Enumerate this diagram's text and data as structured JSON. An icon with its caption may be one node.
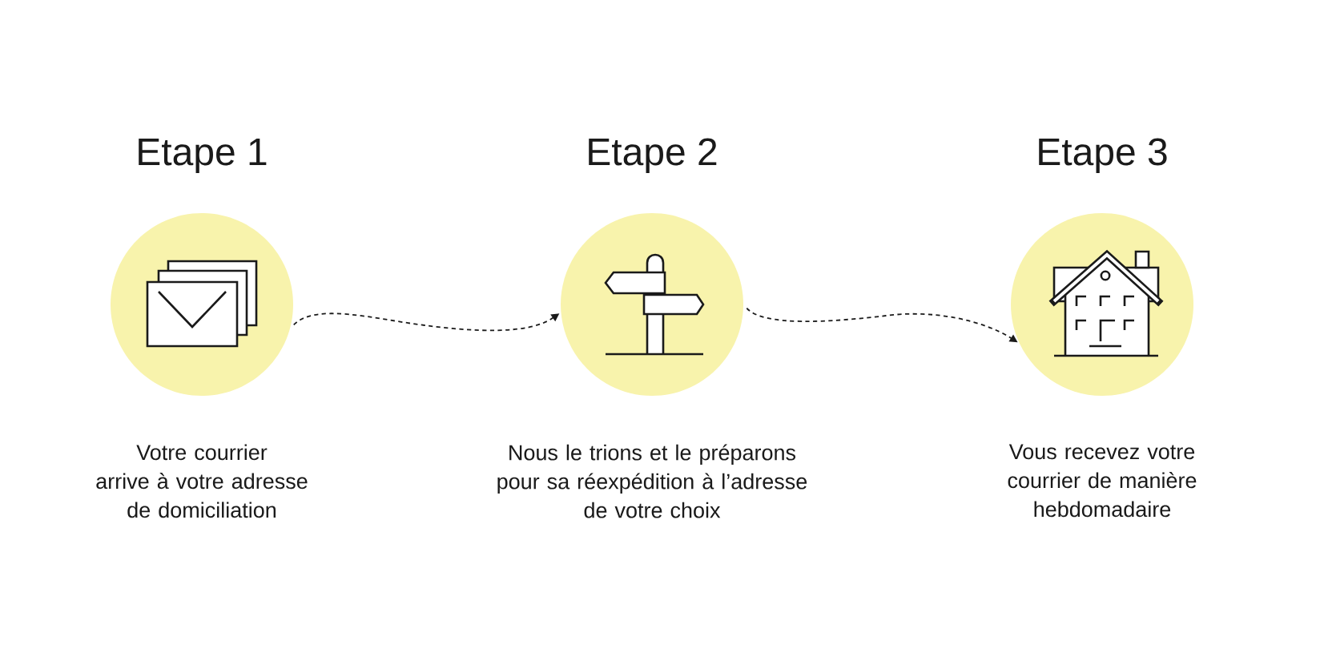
{
  "diagram": {
    "nodes": [
      {
        "text": [
          "Etape 1"
        ],
        "beside": [
          "Votre courrier arrive à votre adresse de domiciliation"
        ]
      },
      {
        "text": [
          "Etape 2"
        ],
        "beside": [
          "Nous le trions et le préparons pour sa réexpédition à l’adresse de votre choix"
        ]
      },
      {
        "text": [
          "Etape 3"
        ],
        "beside": [
          "Vous recevez votre courrier de manière hebdomadaire"
        ]
      }
    ],
    "edges": [
      {
        "from": 0,
        "to": 1,
        "arrow": "to",
        "style": "dashed"
      },
      {
        "from": 1,
        "to": 2,
        "arrow": "to",
        "style": "dashed"
      }
    ]
  }
}
